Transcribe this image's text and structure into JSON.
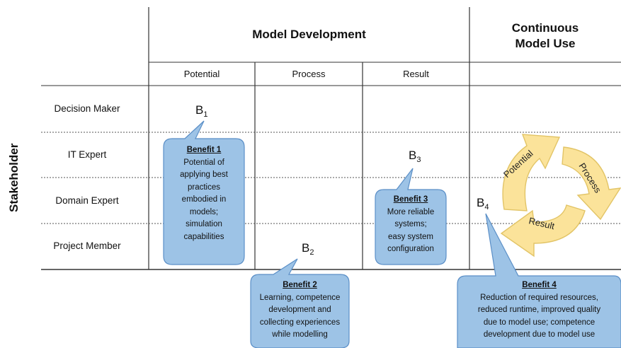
{
  "headers": {
    "model_development": "Model Development",
    "continuous_line1": "Continuous",
    "continuous_line2": "Model Use"
  },
  "columns": [
    "Potential",
    "Process",
    "Result"
  ],
  "stakeholder_label": "Stakeholder",
  "rows": [
    "Decision Maker",
    "IT Expert",
    "Domain Expert",
    "Project Member"
  ],
  "benefit_markers": {
    "b1": {
      "letter": "B",
      "index": "1"
    },
    "b2": {
      "letter": "B",
      "index": "2"
    },
    "b3": {
      "letter": "B",
      "index": "3"
    },
    "b4": {
      "letter": "B",
      "index": "4"
    }
  },
  "benefits": {
    "b1": {
      "title": "Benefit 1",
      "lines": [
        "Potential of",
        "applying best",
        "practices",
        "embodied in",
        "models;",
        "simulation",
        "capabilities"
      ]
    },
    "b2": {
      "title": "Benefit 2",
      "lines": [
        "Learning, competence",
        "development and",
        "collecting experiences",
        "while modelling"
      ]
    },
    "b3": {
      "title": "Benefit 3",
      "lines": [
        "More reliable",
        "systems;",
        "easy system",
        "configuration"
      ]
    },
    "b4": {
      "title": "Benefit 4",
      "lines": [
        "Reduction of required resources,",
        "reduced runtime, improved quality",
        "due to model use; competence",
        "development due to model use"
      ]
    }
  },
  "cycle": {
    "potential": "Potential",
    "process": "Process",
    "result": "Result"
  },
  "colors": {
    "callout_fill": "#9dc3e6",
    "callout_stroke": "#5b8fc7",
    "arrow_fill": "#fbe39a",
    "arrow_stroke": "#e2c466",
    "grid": "#333333"
  }
}
